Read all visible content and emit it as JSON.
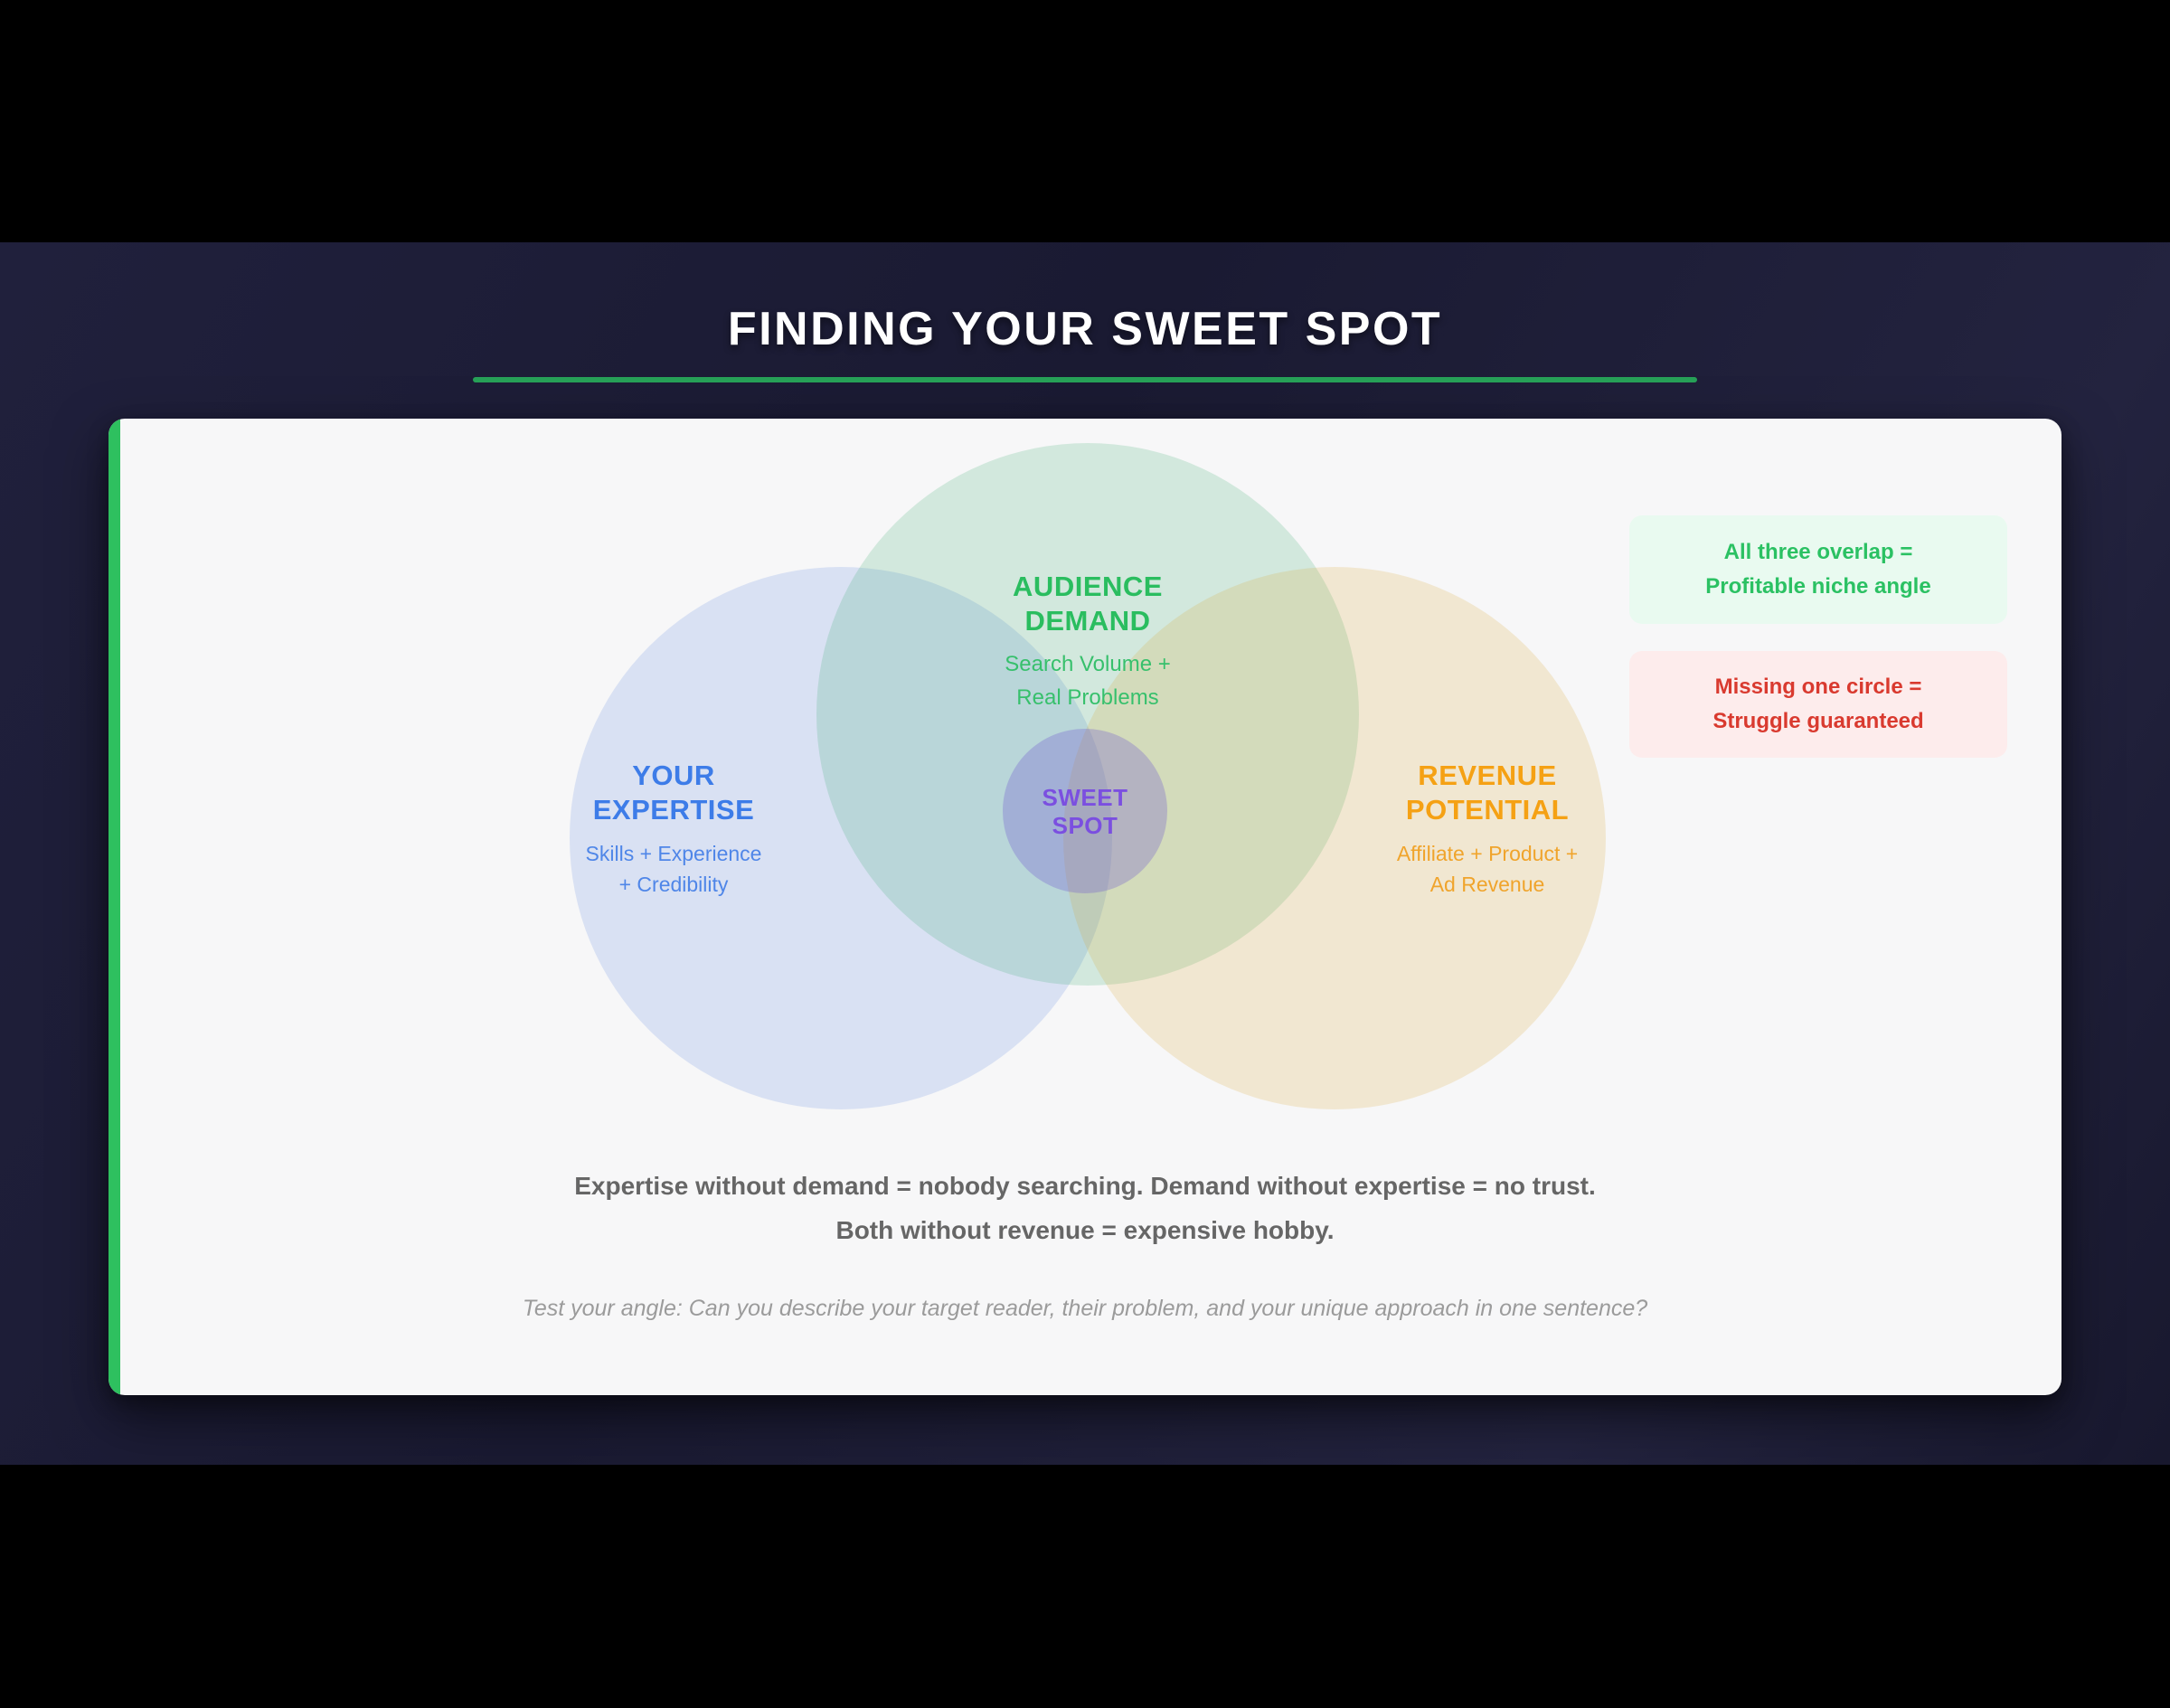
{
  "page": {
    "title": "FINDING YOUR SWEET SPOT"
  },
  "venn": {
    "expertise": {
      "heading1": "YOUR",
      "heading2": "EXPERTISE",
      "sub1": "Skills + Experience",
      "sub2": "+ Credibility"
    },
    "audience": {
      "heading1": "AUDIENCE",
      "heading2": "DEMAND",
      "sub1": "Search Volume +",
      "sub2": "Real Problems"
    },
    "revenue": {
      "heading1": "REVENUE",
      "heading2": "POTENTIAL",
      "sub1": "Affiliate + Product +",
      "sub2": "Ad Revenue"
    },
    "sweet_spot": {
      "line1": "SWEET",
      "line2": "SPOT"
    }
  },
  "callouts": {
    "overlap": {
      "line1": "All three overlap =",
      "line2": "Profitable niche angle"
    },
    "missing": {
      "line1": "Missing one circle =",
      "line2": "Struggle guaranteed"
    }
  },
  "footer": {
    "statement1": "Expertise without demand = nobody searching. Demand without expertise = no trust.",
    "statement2": "Both without revenue = expensive hobby.",
    "question": "Test your angle: Can you describe your target reader, their problem, and your unique approach in one sentence?"
  },
  "colors": {
    "letterbox_black": "#000000",
    "background_navy": "#1b1b34",
    "accent_green": "#2ec05f",
    "underline_green": "#27a158",
    "card_bg": "#f7f7f8",
    "expertise_blue": "#3d7ce8",
    "audience_green": "#2abd5f",
    "revenue_orange": "#f5a114",
    "sweet_spot_purple": "#7b4fe0",
    "overlap_badge_bg": "#e9faf0",
    "overlap_badge_text": "#2bc163",
    "missing_badge_bg": "#fdecec",
    "missing_badge_text": "#d93a2f",
    "statement_gray": "#666666",
    "question_gray": "#9b9b9b"
  }
}
